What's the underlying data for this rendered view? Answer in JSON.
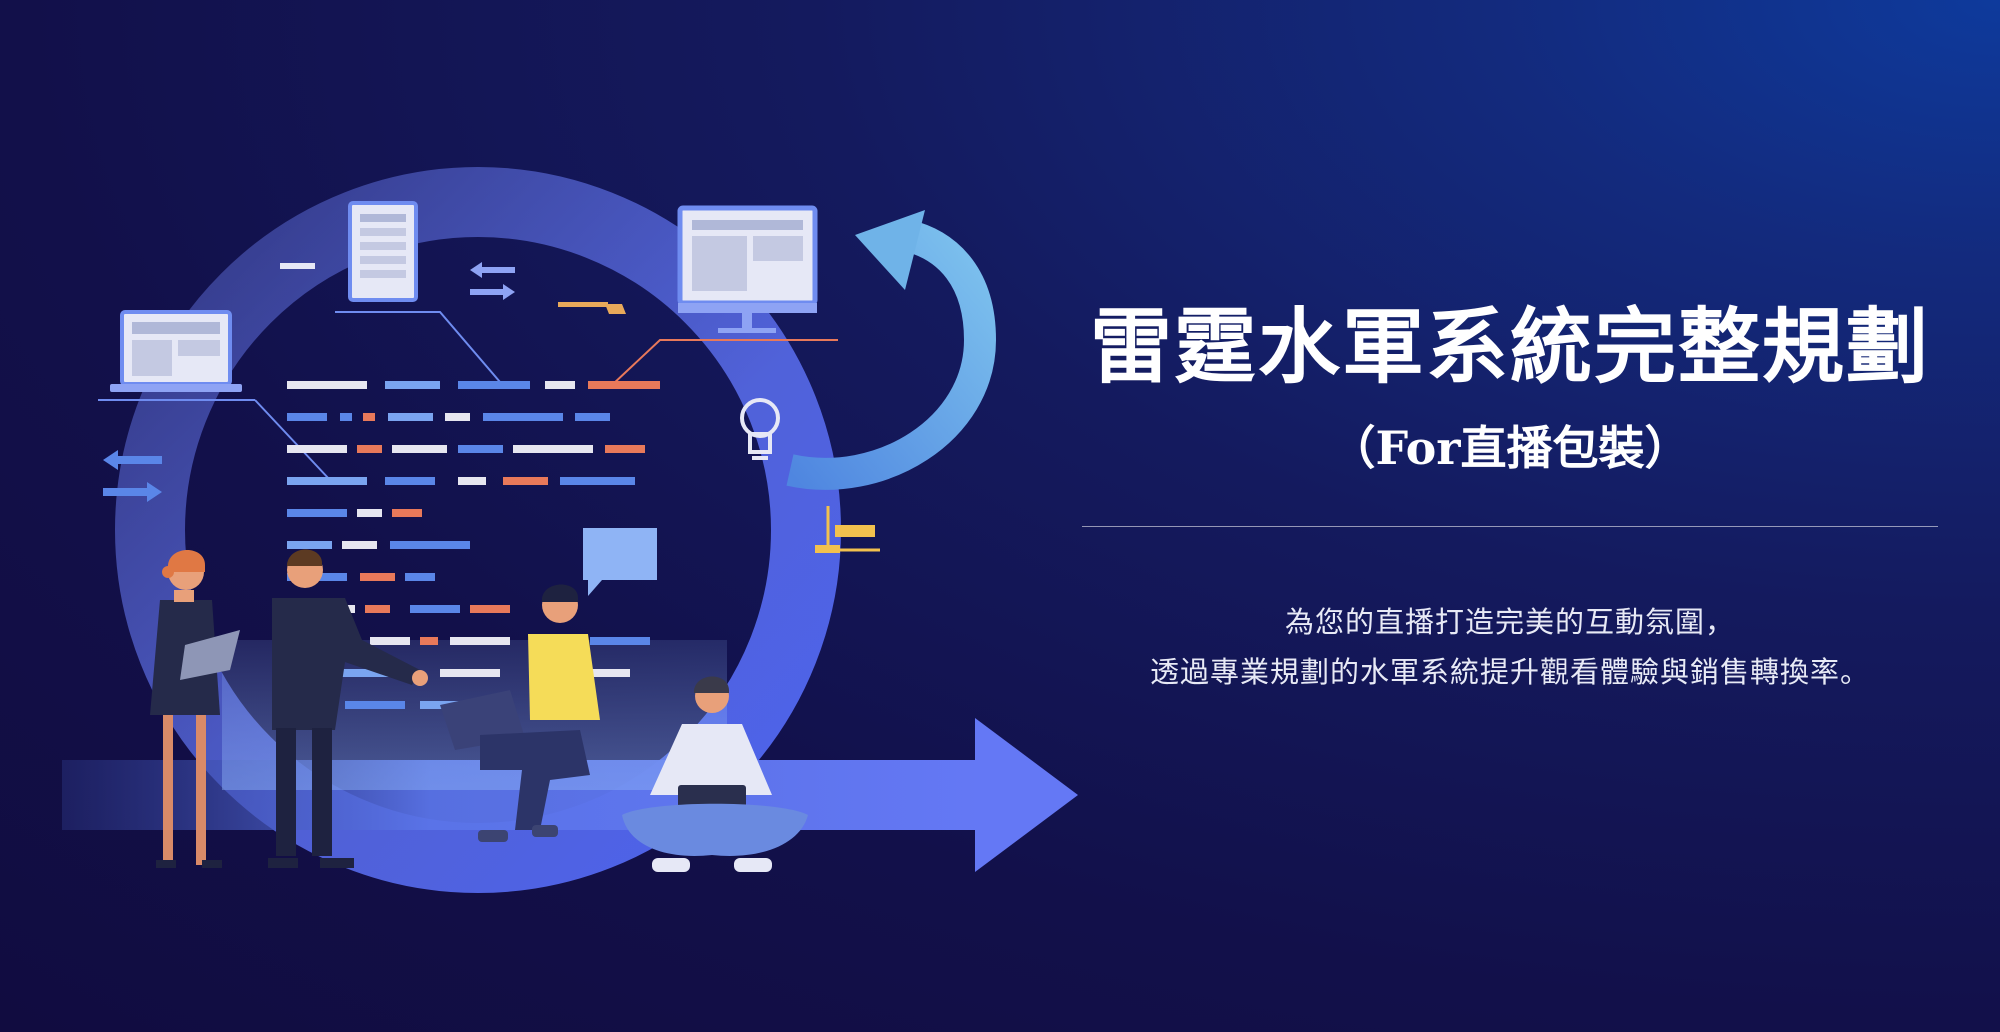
{
  "headline": "雷霆水軍系統完整規劃",
  "subheadline": "（For直播包裝）",
  "description": {
    "line1": "為您的直播打造完美的互動氛圍，",
    "line2": "透過專業規劃的水軍系統提升觀看體驗與銷售轉換率。"
  },
  "colors": {
    "background_dark": "#110c40",
    "background_accent": "#0e3a9c",
    "cycle_blue": "#5b6ff0",
    "arrow_light_blue": "#6fb3e8",
    "code_orange": "#e8795a",
    "code_blue": "#5a86e8",
    "code_white": "#e6e6f0",
    "code_yellow": "#f2c14e"
  },
  "illustration": {
    "icons": [
      "laptop-icon",
      "document-icon",
      "monitor-icon",
      "lightbulb-icon",
      "chat-bubble-icon",
      "swap-arrows-icon",
      "cycle-arrow-icon",
      "forward-arrow-icon"
    ],
    "people": [
      "woman-with-tablet",
      "man-standing",
      "man-with-laptop",
      "man-sitting-with-laptop"
    ]
  }
}
